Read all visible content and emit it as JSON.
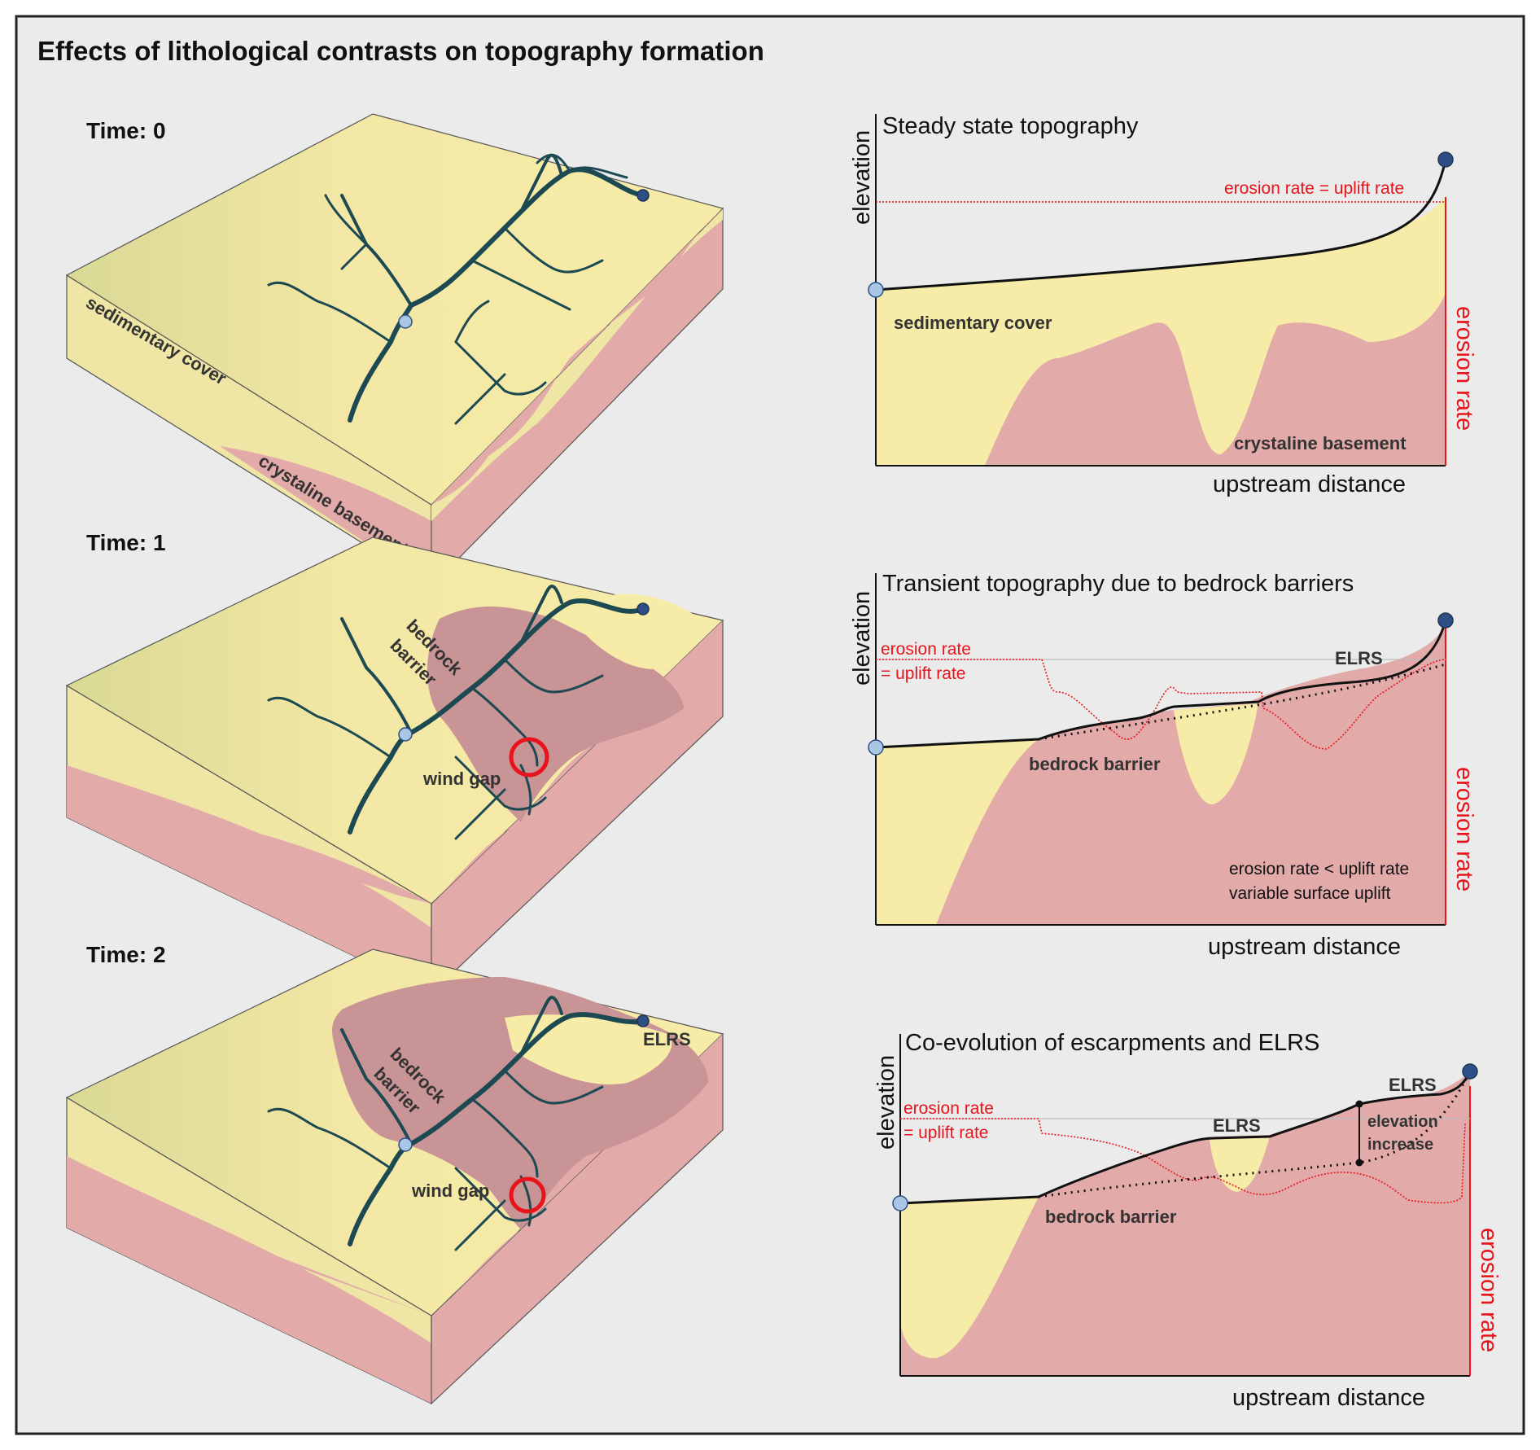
{
  "title": "Effects of lithological contrasts on topography formation",
  "blocks": [
    {
      "time_label": "Time: 0",
      "sedimentary_label": "sedimentary cover",
      "basement_label": "crystaline basement"
    },
    {
      "time_label": "Time: 1",
      "barrier_line1": "bedrock",
      "barrier_line2": "barrier",
      "wind_gap_label": "wind gap"
    },
    {
      "time_label": "Time: 2",
      "barrier_line1": "bedrock",
      "barrier_line2": "barrier",
      "wind_gap_label": "wind gap",
      "elrs_label": "ELRS"
    }
  ],
  "profiles": [
    {
      "title": "Steady state topography",
      "y_axis_label": "elevation",
      "x_axis_label": "upstream distance",
      "right_axis_label": "erosion rate",
      "erosion_line_label": "erosion rate = uplift rate",
      "sedimentary_label": "sedimentary cover",
      "basement_label": "crystaline basement"
    },
    {
      "title": "Transient topography due to bedrock barriers",
      "y_axis_label": "elevation",
      "x_axis_label": "upstream distance",
      "right_axis_label": "erosion rate",
      "erosion_label_line1": "erosion rate",
      "erosion_label_line2": "= uplift rate",
      "elrs_label": "ELRS",
      "barrier_label": "bedrock barrier",
      "note_line1": "erosion rate < uplift rate",
      "note_line2": "variable surface uplift"
    },
    {
      "title": "Co-evolution of escarpments and ELRS",
      "y_axis_label": "elevation",
      "x_axis_label": "upstream distance",
      "right_axis_label": "erosion rate",
      "erosion_label_line1": "erosion rate",
      "erosion_label_line2": "= uplift rate",
      "elrs_mid_label": "ELRS",
      "elrs_top_label": "ELRS",
      "barrier_label": "bedrock barrier",
      "increase_line1": "elevation",
      "increase_line2": "increase"
    }
  ],
  "colors": {
    "background": "#ebebeb",
    "sediment": "#f7eba8",
    "sediment_dark": "#dcdb98",
    "basement": "#e2aaa9",
    "basement_top": "#c99496",
    "river": "#1d4a52",
    "river_light": "#a6d8ec",
    "erosion_red": "#e8141b",
    "outlet_dark": "#2d4f86",
    "outlet_light": "#a9c7e5"
  }
}
